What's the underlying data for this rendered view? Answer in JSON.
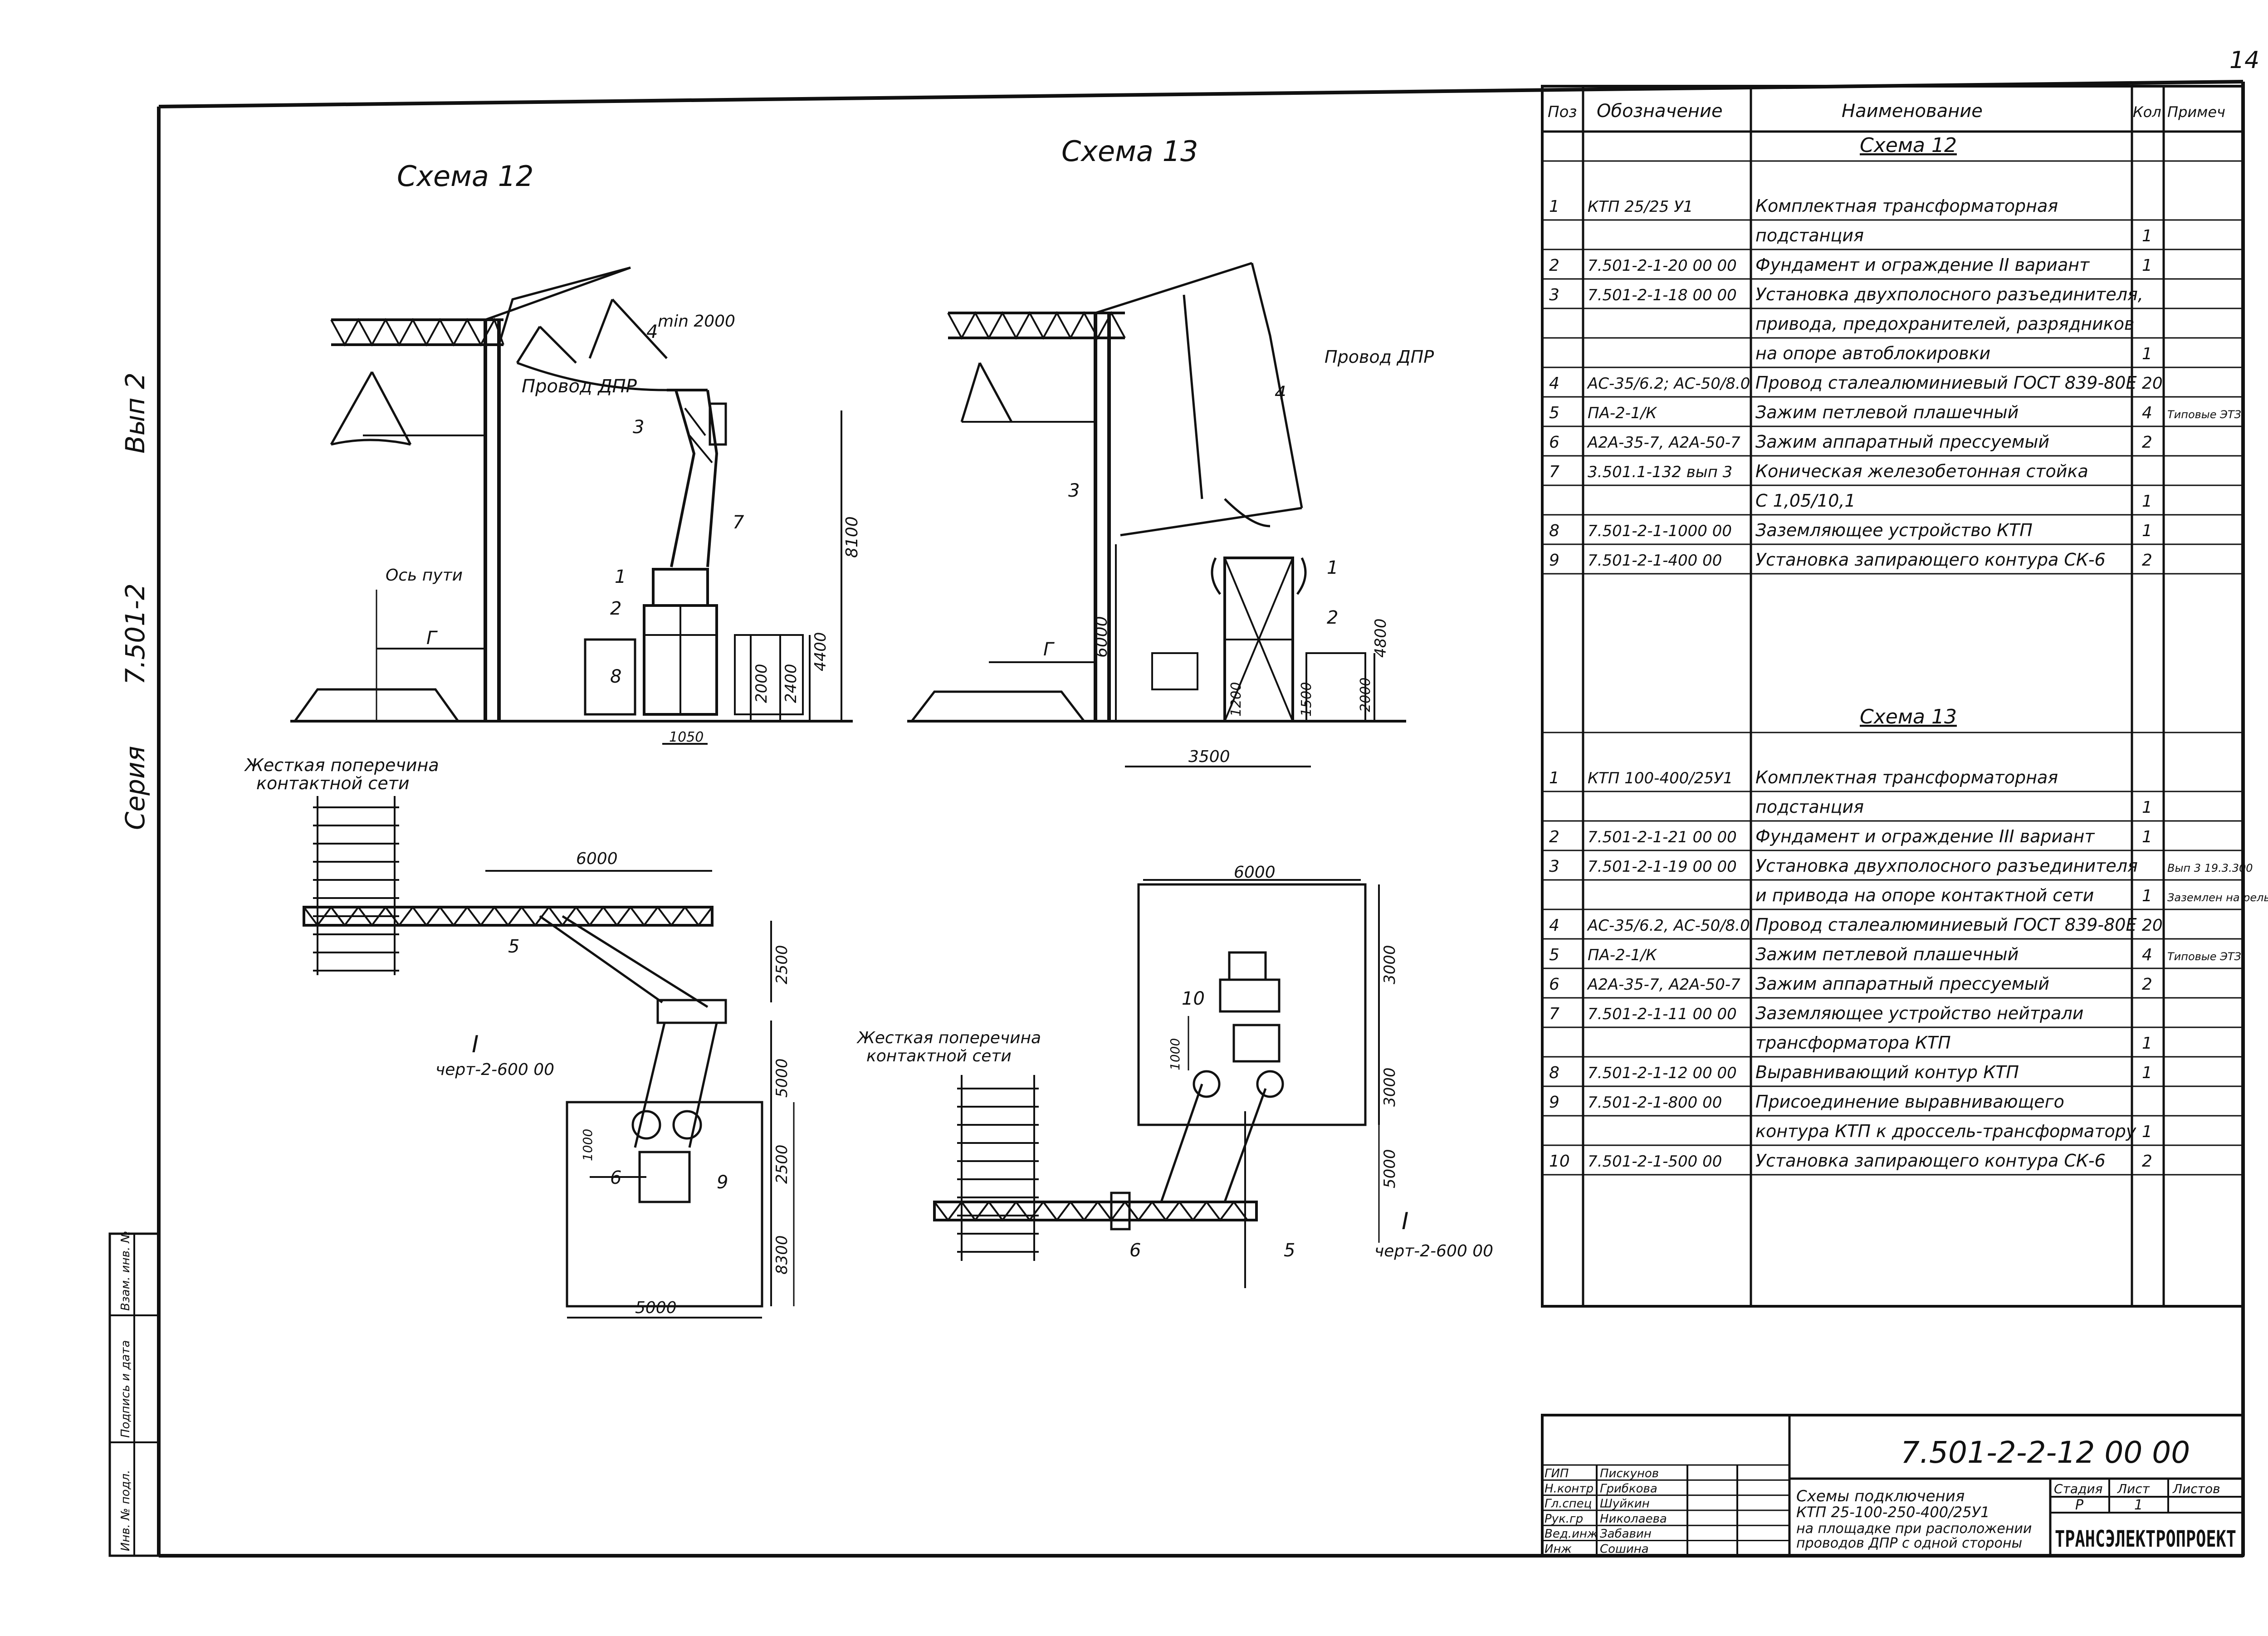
{
  "sheet_number": "14",
  "left_margin": {
    "series": "Серия",
    "series_code": "7.501-2",
    "issue": "Вып 2",
    "stamp_cells": [
      "Инв. № подл.",
      "Подпись и дата",
      "Взам. инв. №"
    ]
  },
  "scheme12": {
    "title": "Схема 12",
    "labels": {
      "wire": "Провод ДПР",
      "wire_side": "min 2000",
      "track_axis": "Ось пути",
      "gamma": "Г",
      "rigid_crossbar_1": "Жесткая поперечина",
      "rigid_crossbar_2": "контактной сети",
      "section_mark": "I",
      "section_ref": "черт-2-600 00"
    },
    "positions": [
      "1",
      "2",
      "3",
      "4",
      "5",
      "6",
      "7",
      "8",
      "9"
    ],
    "dims": [
      "8100",
      "4400",
      "2400",
      "2000",
      "1050",
      "6000",
      "2500",
      "5000",
      "2500",
      "1000",
      "8300",
      "5000"
    ]
  },
  "scheme13": {
    "title": "Схема 13",
    "labels": {
      "wire": "Провод ДПР",
      "gamma": "Г",
      "rigid_crossbar_1": "Жесткая поперечина",
      "rigid_crossbar_2": "контактной сети",
      "section_mark": "I",
      "section_ref": "черт-2-600 00"
    },
    "positions": [
      "1",
      "2",
      "3",
      "4",
      "5",
      "6",
      "10"
    ],
    "dims": [
      "6000",
      "4800",
      "1200",
      "1500",
      "2000",
      "3500",
      "6000",
      "3000",
      "3000",
      "5000",
      "1000"
    ]
  },
  "spec_table": {
    "headers": [
      "Поз",
      "Обозначение",
      "Наименование",
      "Кол",
      "Примеч"
    ],
    "section12_title": "Схема 12",
    "section12_rows": [
      {
        "pos": "1",
        "code": "КТП 25/25 У1",
        "name": "Комплектная трансформаторная",
        "qty": "",
        "note": ""
      },
      {
        "pos": "",
        "code": "",
        "name": "подстанция",
        "qty": "1",
        "note": ""
      },
      {
        "pos": "2",
        "code": "7.501-2-1-20 00 00",
        "name": "Фундамент и ограждение II вариант",
        "qty": "1",
        "note": ""
      },
      {
        "pos": "3",
        "code": "7.501-2-1-18 00 00",
        "name": "Установка двухполосного разъединителя,",
        "qty": "",
        "note": ""
      },
      {
        "pos": "",
        "code": "",
        "name": "привода, предохранителей, разрядников",
        "qty": "",
        "note": ""
      },
      {
        "pos": "",
        "code": "",
        "name": "на опоре автоблокировки",
        "qty": "1",
        "note": ""
      },
      {
        "pos": "4",
        "code": "АС-35/6.2; АС-50/8.0",
        "name": "Провод сталеалюминиевый ГОСТ 839-80Е",
        "qty": "20",
        "note": ""
      },
      {
        "pos": "5",
        "code": "ПА-2-1/К",
        "name": "Зажим петлевой плашечный",
        "qty": "4",
        "note": "Типовые ЭТЗ"
      },
      {
        "pos": "6",
        "code": "А2А-35-7, А2А-50-7",
        "name": "Зажим аппаратный прессуемый",
        "qty": "2",
        "note": ""
      },
      {
        "pos": "7",
        "code": "3.501.1-132 вып 3",
        "name": "Коническая железобетонная стойка",
        "qty": "",
        "note": ""
      },
      {
        "pos": "",
        "code": "",
        "name": "С 1,05/10,1",
        "qty": "1",
        "note": ""
      },
      {
        "pos": "8",
        "code": "7.501-2-1-1000 00",
        "name": "Заземляющее устройство КТП",
        "qty": "1",
        "note": ""
      },
      {
        "pos": "9",
        "code": "7.501-2-1-400 00",
        "name": "Установка запирающего контура СК-6",
        "qty": "2",
        "note": ""
      }
    ],
    "section13_title": "Схема 13",
    "section13_rows": [
      {
        "pos": "1",
        "code": "КТП 100-400/25У1",
        "name": "Комплектная трансформаторная",
        "qty": "",
        "note": ""
      },
      {
        "pos": "",
        "code": "",
        "name": "подстанция",
        "qty": "1",
        "note": ""
      },
      {
        "pos": "2",
        "code": "7.501-2-1-21 00 00",
        "name": "Фундамент и ограждение III вариант",
        "qty": "1",
        "note": ""
      },
      {
        "pos": "3",
        "code": "7.501-2-1-19 00 00",
        "name": "Установка двухполосного разъединителя",
        "qty": "",
        "note": "Вып 3 19.3.300"
      },
      {
        "pos": "",
        "code": "",
        "name": "и привода на опоре контактной сети",
        "qty": "1",
        "note": "Заземлен на рельс"
      },
      {
        "pos": "4",
        "code": "АС-35/6.2, АС-50/8.0",
        "name": "Провод сталеалюминиевый ГОСТ 839-80Е",
        "qty": "20",
        "note": ""
      },
      {
        "pos": "5",
        "code": "ПА-2-1/К",
        "name": "Зажим петлевой плашечный",
        "qty": "4",
        "note": "Типовые ЭТЗ"
      },
      {
        "pos": "6",
        "code": "А2А-35-7, А2А-50-7",
        "name": "Зажим аппаратный прессуемый",
        "qty": "2",
        "note": ""
      },
      {
        "pos": "7",
        "code": "7.501-2-1-11 00 00",
        "name": "Заземляющее устройство нейтрали",
        "qty": "",
        "note": ""
      },
      {
        "pos": "",
        "code": "",
        "name": "трансформатора КТП",
        "qty": "1",
        "note": ""
      },
      {
        "pos": "8",
        "code": "7.501-2-1-12 00 00",
        "name": "Выравнивающий контур КТП",
        "qty": "1",
        "note": ""
      },
      {
        "pos": "9",
        "code": "7.501-2-1-800 00",
        "name": "Присоединение выравнивающего",
        "qty": "",
        "note": ""
      },
      {
        "pos": "",
        "code": "",
        "name": "контура КТП к дроссель-трансформатору",
        "qty": "1",
        "note": ""
      },
      {
        "pos": "10",
        "code": "7.501-2-1-500 00",
        "name": "Установка запирающего контура СК-6",
        "qty": "2",
        "note": ""
      }
    ]
  },
  "title_block": {
    "doc_code": "7.501-2-2-12 00 00",
    "description": [
      "Схемы подключения",
      "КТП 25-100-250-400/25У1",
      "на площадке при расположении",
      "проводов ДПР с одной стороны"
    ],
    "stage_label": "Стадия",
    "sheet_label": "Лист",
    "sheets_label": "Листов",
    "stage": "Р",
    "sheet": "1",
    "org": "ТРАНСЭЛЕКТРОПРОЕКТ",
    "signers": [
      {
        "role": "ГИП",
        "name": "Пискунов"
      },
      {
        "role": "Н.контр",
        "name": "Грибкова"
      },
      {
        "role": "Гл.спец",
        "name": "Шуйкин"
      },
      {
        "role": "Рук.гр",
        "name": "Николаева"
      },
      {
        "role": "Вед.инж",
        "name": "Забавин"
      },
      {
        "role": "Инж",
        "name": "Сошина"
      }
    ]
  }
}
